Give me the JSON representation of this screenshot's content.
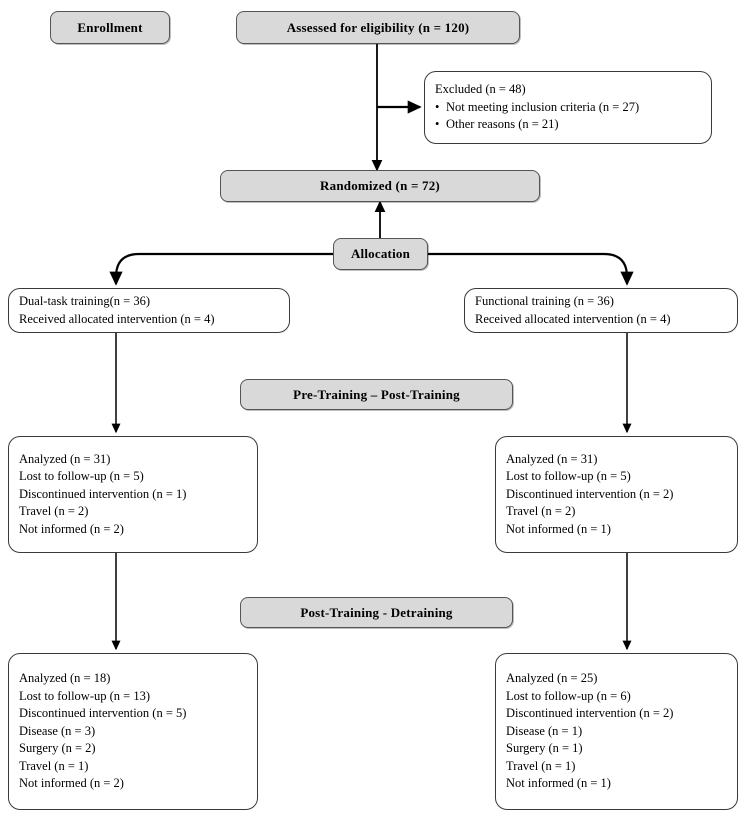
{
  "diagram": {
    "title": "CONSORT participant flow diagram",
    "colors": {
      "stage_fill": "#d9d9d9",
      "stage_border": "#555555",
      "node_border": "#3a3a3a",
      "background": "#ffffff",
      "connector": "#000000"
    },
    "stages": [
      {
        "id": "enrollment",
        "label": "Enrollment"
      },
      {
        "id": "allocation",
        "label": "Allocation"
      },
      {
        "id": "pre_post",
        "label": "Pre-Training – Post-Training"
      },
      {
        "id": "post_detraining",
        "label": "Post-Training  -  Detraining"
      }
    ],
    "nodes": {
      "assessed": {
        "name": "assessed-for-eligibility-box",
        "lines": [
          "Assessed for eligibility (n = 120)"
        ]
      },
      "excluded": {
        "name": "excluded-box",
        "lines": [
          {
            "text": "Excluded  (n = 48)",
            "bullet": false
          },
          {
            "text": "Not meeting inclusion criteria  (n = 27)",
            "bullet": true
          },
          {
            "text": "Other reasons (n = 21)",
            "bullet": true
          }
        ]
      },
      "randomized": {
        "name": "randomized-box",
        "lines": [
          "Randomized  (n = 72)"
        ]
      },
      "alloc_left": {
        "name": "dual-task-allocation-box",
        "lines": [
          "Dual-task training(n = 36)",
          "Received allocated intervention (n = 4)"
        ]
      },
      "alloc_right": {
        "name": "functional-allocation-box",
        "lines": [
          "Functional training (n = 36)",
          "Received allocated intervention (n = 4)"
        ]
      },
      "prepost_left": {
        "name": "dual-task-pre-post-box",
        "lines": [
          "Analyzed (n = 31)",
          "Lost to follow-up  (n = 5)",
          "Discontinued intervention (n = 1)",
          "Travel (n = 2)",
          "Not informed  (n = 2)"
        ]
      },
      "prepost_right": {
        "name": "functional-pre-post-box",
        "lines": [
          "Analyzed (n = 31)",
          "Lost to follow-up  (n = 5)",
          "Discontinued intervention (n = 2)",
          "Travel (n = 2)",
          "Not informed  (n = 1)"
        ]
      },
      "detrain_left": {
        "name": "dual-task-detraining-box",
        "lines": [
          "Analyzed (n = 18)",
          "Lost to follow-up  (n = 13)",
          "Discontinued intervention (n = 5)",
          "Disease (n = 3)",
          "Surgery (n = 2)",
          "Travel (n = 1)",
          "Not informed  (n = 2)"
        ]
      },
      "detrain_right": {
        "name": "functional-detraining-box",
        "lines": [
          "Analyzed (n = 25)",
          "Lost to follow-up  (n = 6)",
          "Discontinued intervention (n = 2)",
          "Disease (n = 1)",
          "Surgery (n = 1)",
          "Travel (n = 1)",
          "Not informed  (n = 1)"
        ]
      }
    }
  }
}
